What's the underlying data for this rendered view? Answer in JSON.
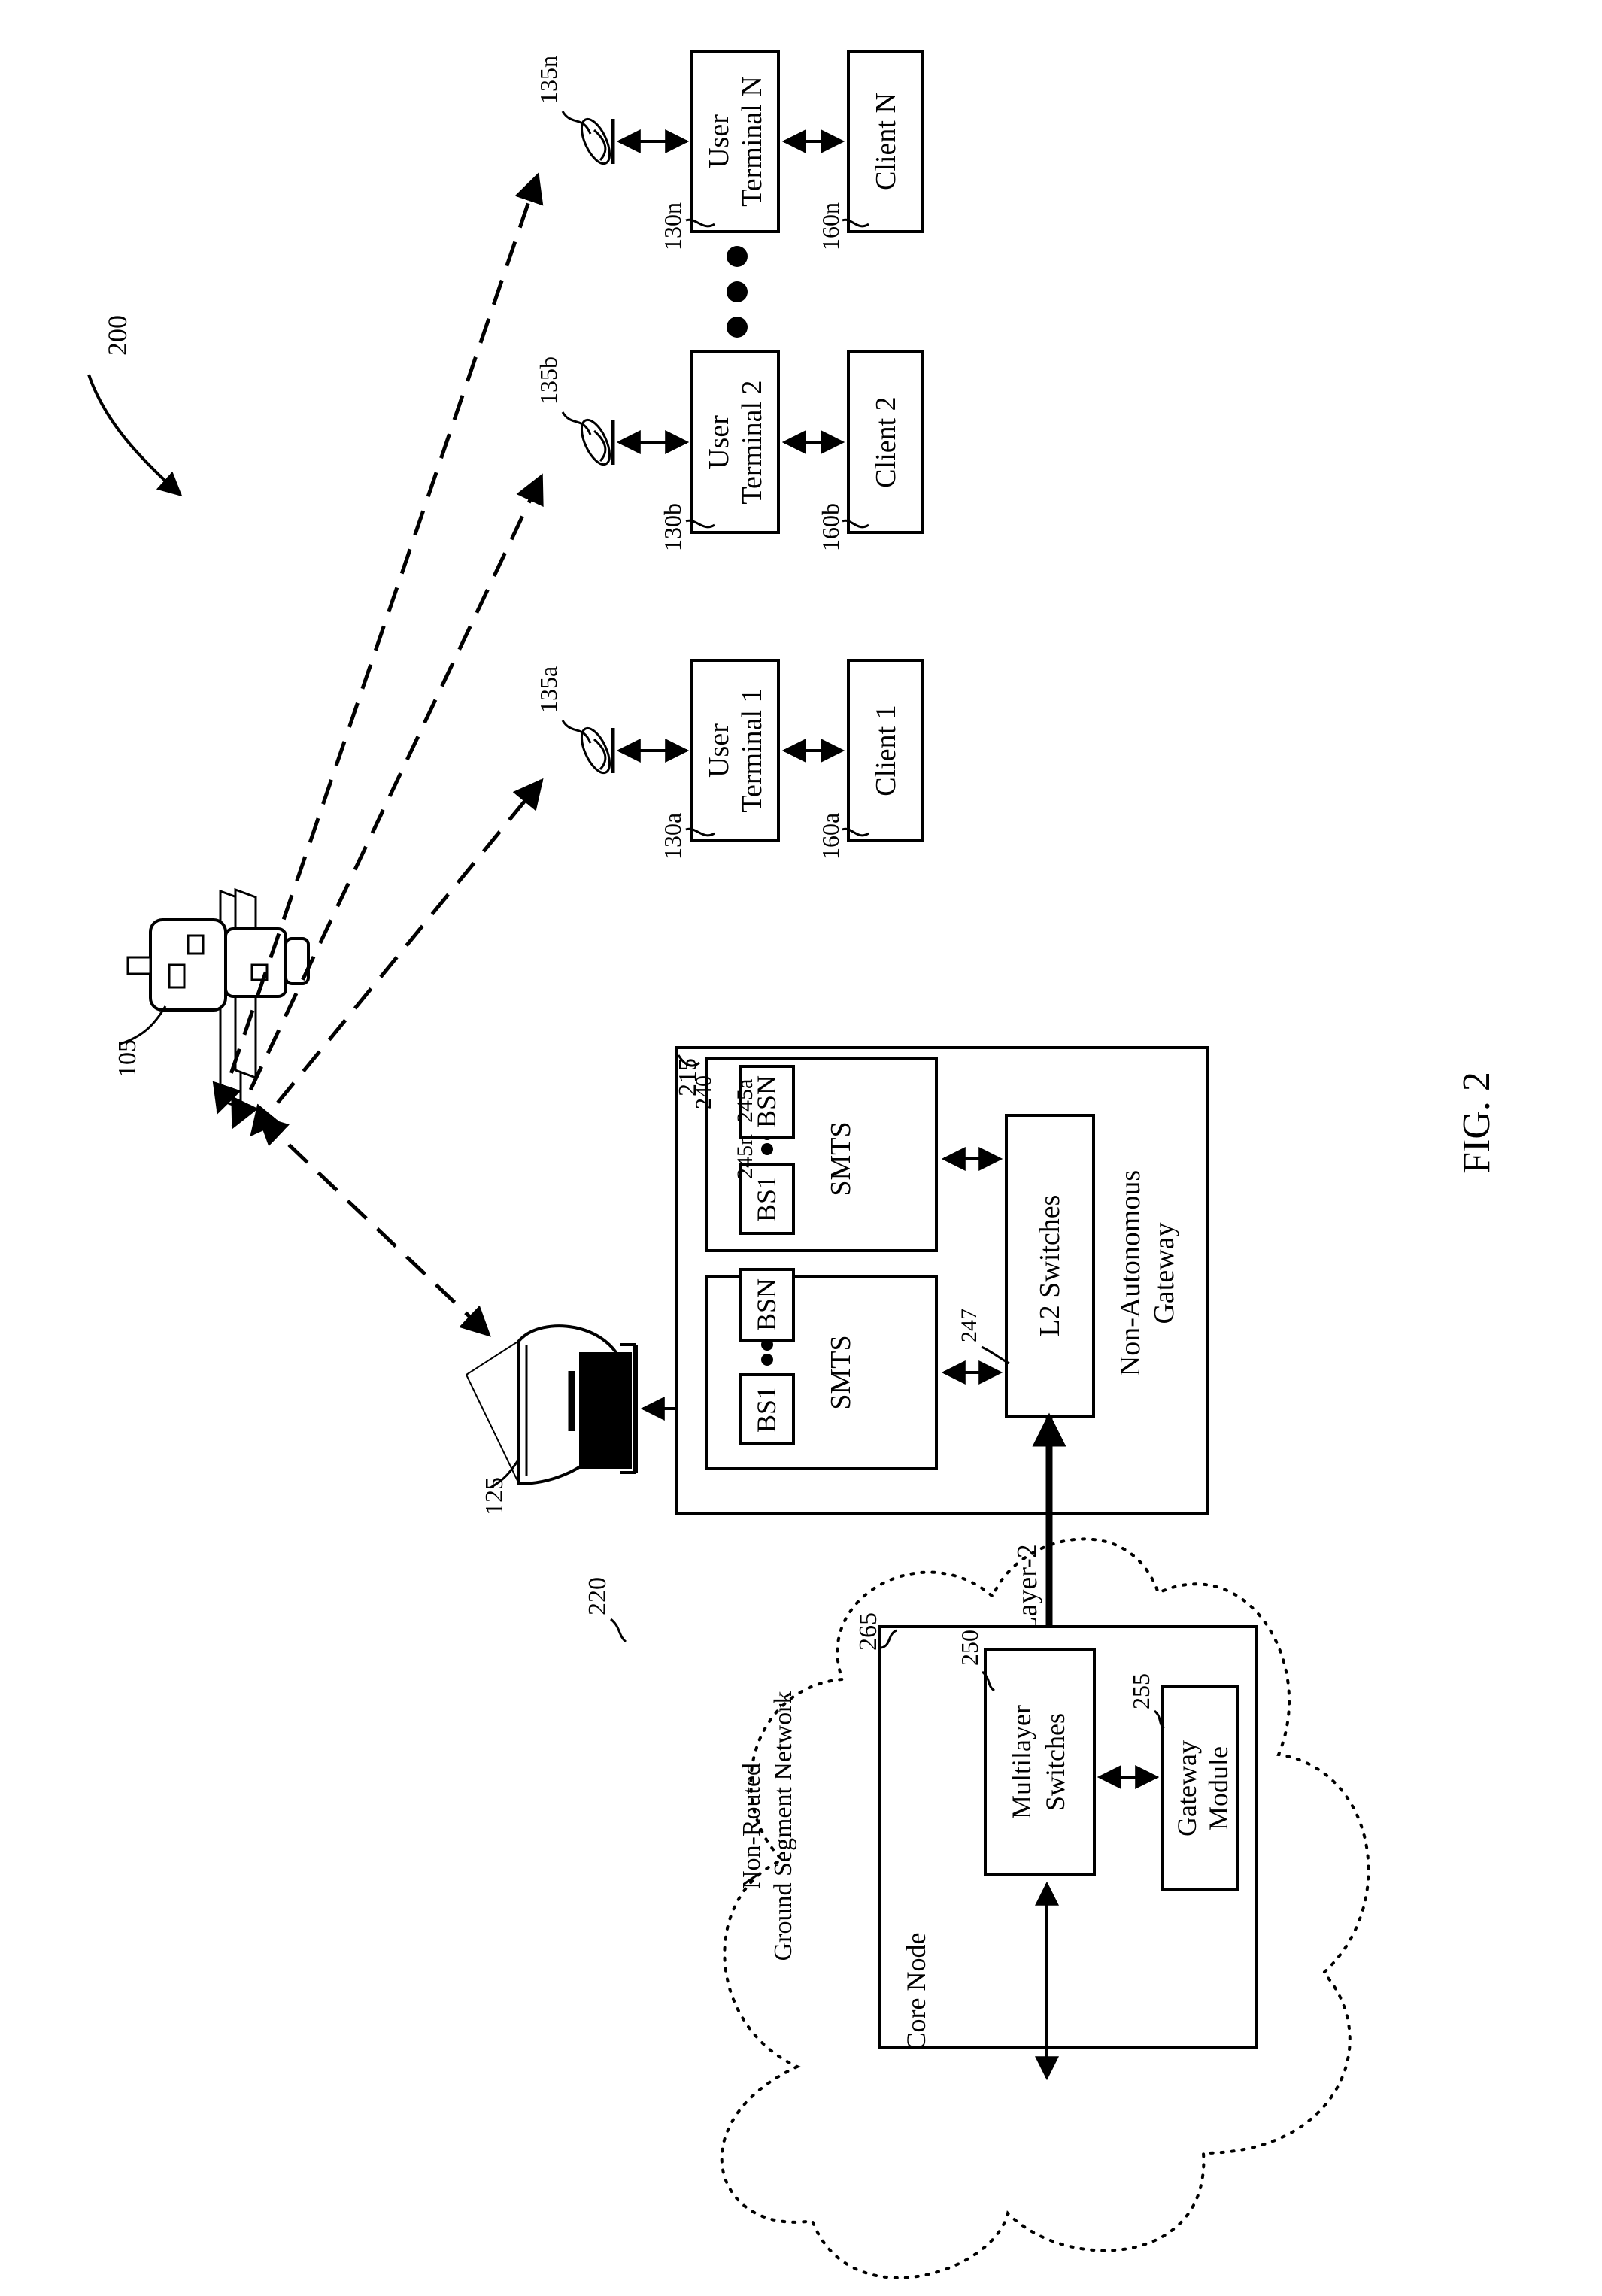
{
  "figure": {
    "ref_number": "200",
    "caption": "FIG. 2"
  },
  "satellite": {
    "ref": "105"
  },
  "gateway_antenna": {
    "ref": "125"
  },
  "gateway": {
    "ref": "215",
    "label_line1": "Non-Autonomous",
    "label_line2": "Gateway",
    "smts_a": {
      "label": "SMTS",
      "bs_first": "BS1",
      "bs_last": "BSN"
    },
    "smts_b": {
      "label": "SMTS",
      "bs_first": "BS1",
      "bs_last": "BSN"
    },
    "smts_ref": "240",
    "bs_first_ref": "245a",
    "bs_last_ref": "245n",
    "l2_switch": {
      "ref": "247",
      "label": "L2 Switches"
    }
  },
  "layer2_link": {
    "label": "Layer-2"
  },
  "ground_network": {
    "ref": "220",
    "label_line1": "Non-Routed",
    "label_line2": "Ground Segment Network",
    "core_node": {
      "ref": "265",
      "label": "Core Node",
      "multilayer": {
        "ref": "250",
        "line1": "Multilayer",
        "line2": "Switches"
      },
      "gateway_module": {
        "ref": "255",
        "line1": "Gateway",
        "line2": "Module"
      }
    }
  },
  "user_sites": [
    {
      "antenna_ref": "135a",
      "terminal_ref": "130a",
      "terminal_line1": "User",
      "terminal_line2": "Terminal 1",
      "client_ref": "160a",
      "client_label": "Client 1"
    },
    {
      "antenna_ref": "135b",
      "terminal_ref": "130b",
      "terminal_line1": "User",
      "terminal_line2": "Terminal 2",
      "client_ref": "160b",
      "client_label": "Client 2"
    },
    {
      "antenna_ref": "135n",
      "terminal_ref": "130n",
      "terminal_line1": "User",
      "terminal_line2": "Terminal N",
      "client_ref": "160n",
      "client_label": "Client N"
    }
  ]
}
